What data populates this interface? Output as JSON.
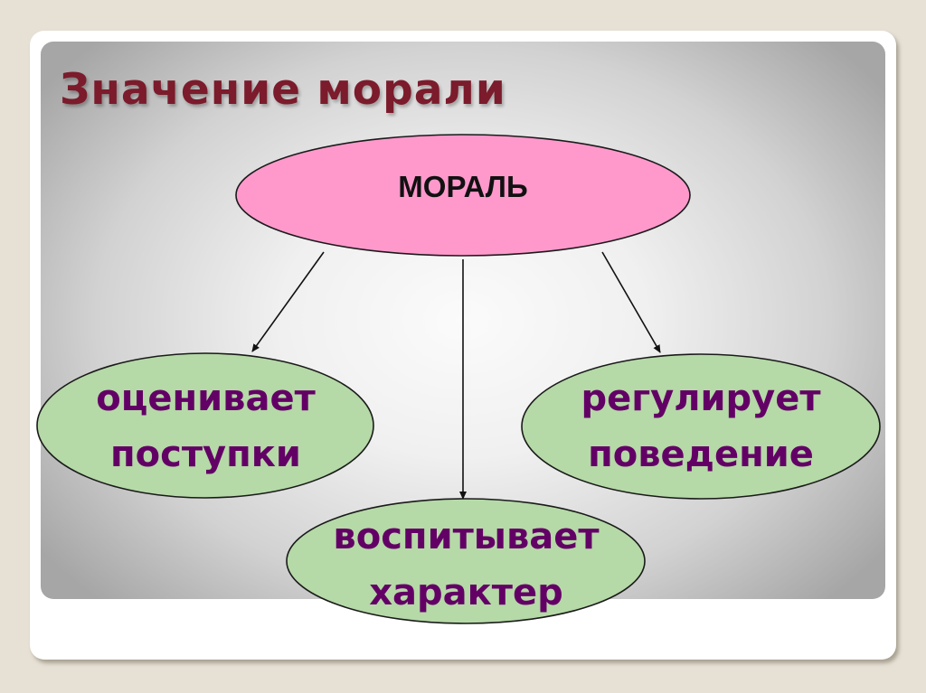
{
  "slide": {
    "title": "Значение морали",
    "colors": {
      "background": "#e6e0d5",
      "frame": "#ffffff",
      "title": "#7b1b2b",
      "center_fill": "#ff99cc",
      "node_fill": "#b5d9a7",
      "node_text": "#630066",
      "center_text": "#111111"
    }
  },
  "diagram": {
    "center": {
      "label": "МОРАЛЬ"
    },
    "nodes": [
      {
        "id": "left",
        "line1": "оценивает",
        "line2": "поступки"
      },
      {
        "id": "right",
        "line1": "регулирует",
        "line2": "поведение"
      },
      {
        "id": "bottom",
        "line1": "воспитывает",
        "line2": "характер"
      }
    ],
    "arrows": [
      {
        "from": "center",
        "to": "left"
      },
      {
        "from": "center",
        "to": "bottom"
      },
      {
        "from": "center",
        "to": "right"
      }
    ]
  }
}
